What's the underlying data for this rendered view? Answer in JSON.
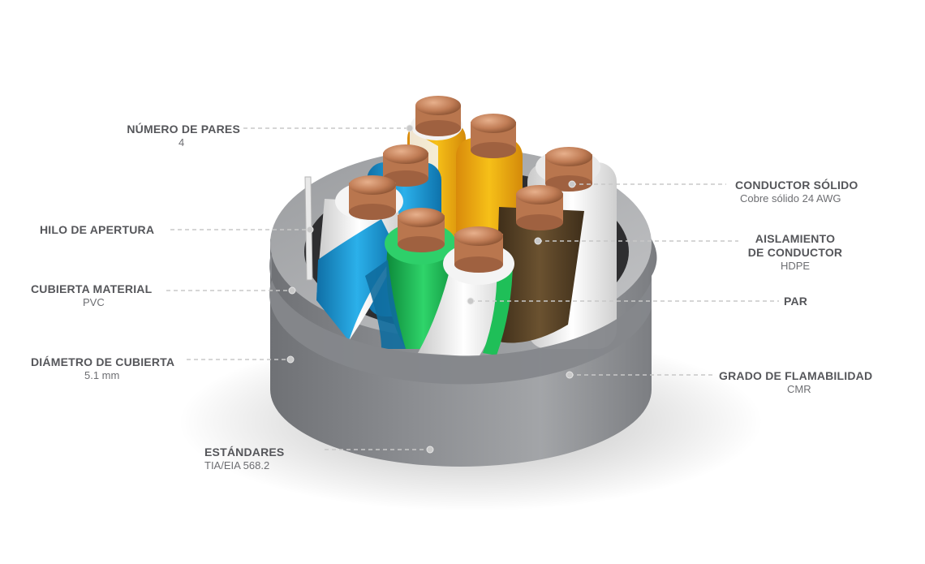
{
  "callouts": {
    "pairs": {
      "title": "NÚMERO DE PARES",
      "value": "4"
    },
    "ripcord": {
      "title": "HILO DE APERTURA",
      "value": ""
    },
    "jacket": {
      "title": "CUBIERTA MATERIAL",
      "value": "PVC"
    },
    "diameter": {
      "title": "DIÁMETRO DE CUBIERTA",
      "value": "5.1 mm"
    },
    "standards": {
      "title": "ESTÁNDARES",
      "value": "TIA/EIA 568.2"
    },
    "conductor": {
      "title": "CONDUCTOR SÓLIDO",
      "value": "Cobre sólido 24 AWG"
    },
    "insulation": {
      "title_line1": "AISLAMIENTO",
      "title_line2": "DE CONDUCTOR",
      "value": "HDPE"
    },
    "pair": {
      "title": "PAR",
      "value": ""
    },
    "flame": {
      "title": "GRADO DE FLAMABILIDAD",
      "value": "CMR"
    }
  },
  "colors": {
    "jacket": "#7c7e82",
    "copper": "#c98a62",
    "orange": "#f0a31a",
    "blue": "#1a9ad6",
    "green": "#16b24c",
    "brown": "#5b4426",
    "white": "#f2f2f2",
    "label_text": "#55565a",
    "leader": "#c8c8c8"
  }
}
